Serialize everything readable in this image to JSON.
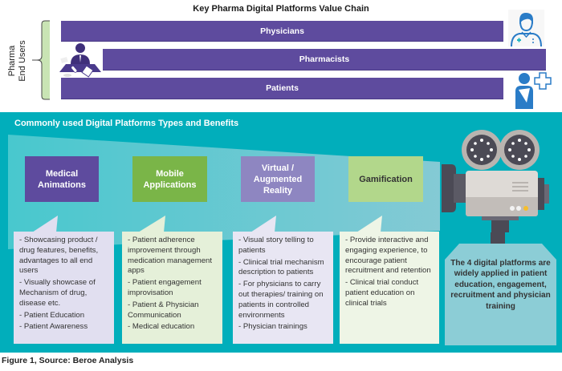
{
  "title": "Key Pharma Digital Platforms Value Chain",
  "end_users": {
    "side_label_line1": "Pharma",
    "side_label_line2": "End Users",
    "bars": [
      {
        "label": "Physicians"
      },
      {
        "label": "Pharmacists"
      },
      {
        "label": "Patients"
      }
    ],
    "icons": [
      "pharmacist-desk-icon",
      "physician-icon",
      "patient-icon"
    ]
  },
  "section": {
    "title": "Commonly used Digital Platforms Types and Benefits",
    "platforms": [
      {
        "name": "Medical Animations",
        "color": "#5e4b9e",
        "benefits": [
          "- Showcasing product  / drug features, benefits, advantages to all end users",
          "- Visually showcase of Mechanism of  drug, disease etc.",
          "- Patient Education",
          "- Patient Awareness"
        ]
      },
      {
        "name": "Mobile Applications",
        "color": "#7ab548",
        "benefits": [
          "- Patient adherence improvement through medication management apps",
          "- Patient engagement improvisation",
          "- Patient & Physician Communication",
          "- Medical education"
        ]
      },
      {
        "name": "Virtual / Augmented Reality",
        "color": "#8e86c1",
        "benefits": [
          "- Visual story telling to patients",
          "- Clinical trial mechanism description to patients",
          "- For physicians to carry out therapies/ training on patients in controlled environments",
          "- Physician trainings"
        ]
      },
      {
        "name": "Gamification",
        "color": "#b2d78b",
        "benefits": [
          "- Provide interactive and engaging experience, to encourage patient recruitment and retention",
          "- Clinical trial conduct patient education on clinical trials"
        ]
      }
    ],
    "summary": "The 4 digital platforms are widely applied in patient education, engagement, recruitment and physician training"
  },
  "colors": {
    "bar_purple": "#5e4b9e",
    "teal": "#01aebb",
    "brace_green": "#c9e4b4"
  },
  "footer": "Figure 1, Source: Beroe Analysis"
}
